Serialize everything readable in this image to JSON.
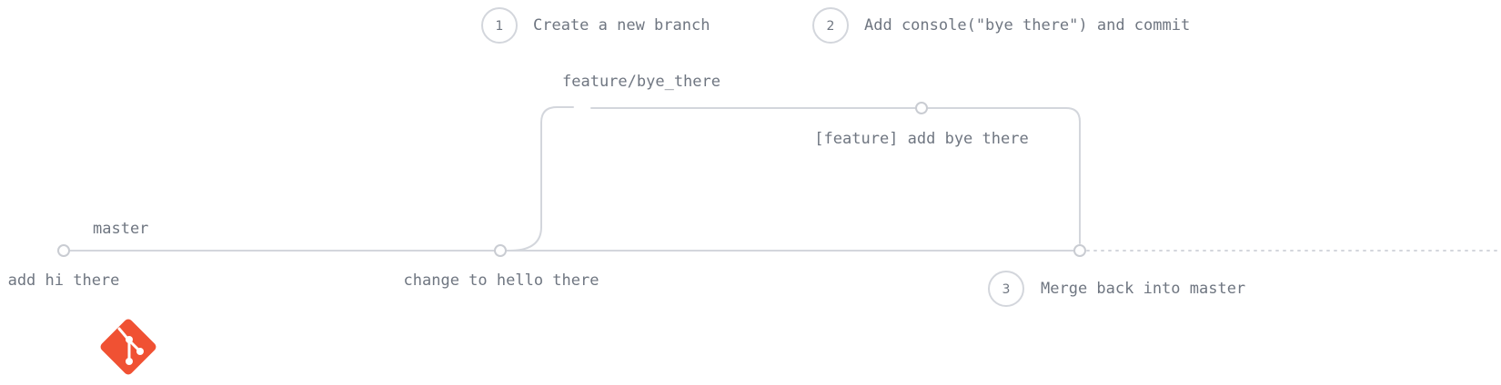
{
  "steps": [
    {
      "number": "1",
      "text": "Create a new branch"
    },
    {
      "number": "2",
      "text": "Add console(\"bye there\") and commit"
    },
    {
      "number": "3",
      "text": "Merge back into master"
    }
  ],
  "branches": {
    "master": "master",
    "feature": "feature/bye_there"
  },
  "commits": [
    {
      "label": "add hi there",
      "branch": "master"
    },
    {
      "label": "change to hello there",
      "branch": "master"
    },
    {
      "label": "[feature] add bye there",
      "branch": "feature"
    }
  ],
  "colors": {
    "line": "#d3d6dc",
    "text": "#6f7681",
    "git_logo": "#f05133"
  },
  "logo": "git-logo-icon"
}
